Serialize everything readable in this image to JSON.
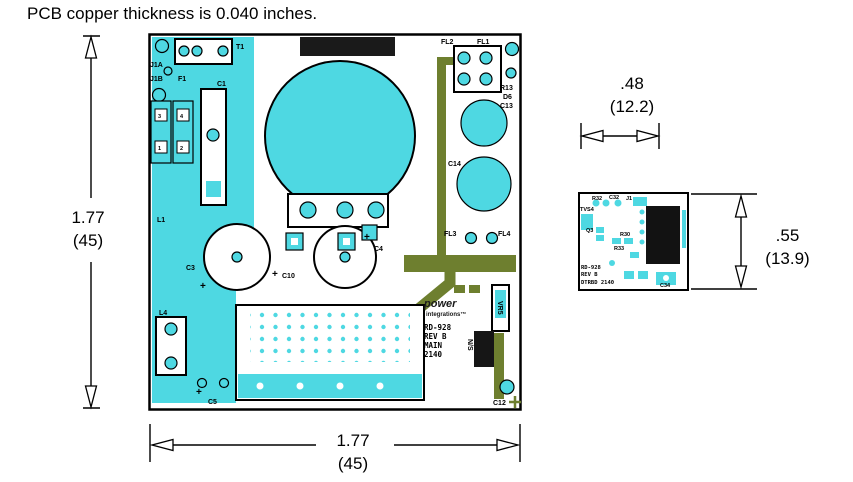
{
  "title": "PCB copper thickness is 0.040 inches.",
  "plus": "+",
  "dimensions": {
    "main_height_in": "1.77",
    "main_height_mm": "(45)",
    "main_width_in": "1.77",
    "main_width_mm": "(45)",
    "daughter_width_in": ".48",
    "daughter_width_mm": "(12.2)",
    "daughter_height_in": ".55",
    "daughter_height_mm": "(13.9)"
  },
  "main_pcb": {
    "labels": {
      "t1": "T1",
      "j1a": "J1A",
      "j1b": "J1B",
      "f1": "F1",
      "c1": "C1",
      "l1": "L1",
      "c3": "C3",
      "c10": "C10",
      "c4": "C4",
      "l4": "L4",
      "c5": "C5",
      "fl2": "FL2",
      "fl1": "FL1",
      "r13": "R13",
      "d6": "D6",
      "c13": "C13",
      "c14": "C14",
      "fl3": "FL3",
      "fl4": "FL4",
      "vr5": "VR5",
      "ns": "N/S",
      "c12": "C12",
      "pin1": "1",
      "pin2": "2",
      "pin3": "3",
      "pin4": "4"
    },
    "logo_line1": "power",
    "logo_line2": "integrations™",
    "board_id": [
      "RD-928",
      "REV B",
      "MAIN",
      "2140"
    ]
  },
  "daughter_pcb": {
    "labels": {
      "r32": "R32",
      "c32": "C32",
      "j1": "J1",
      "tvs4": "TVS4",
      "q3": "Q3",
      "r30": "R30",
      "r33": "R33",
      "c34": "C34"
    },
    "board_id": [
      "RD-928",
      "REV B",
      "DTRBD 2140"
    ]
  },
  "colors": {
    "copper": "#4ed8e2",
    "trace": "#6e7f2f",
    "outline": "#000000"
  }
}
